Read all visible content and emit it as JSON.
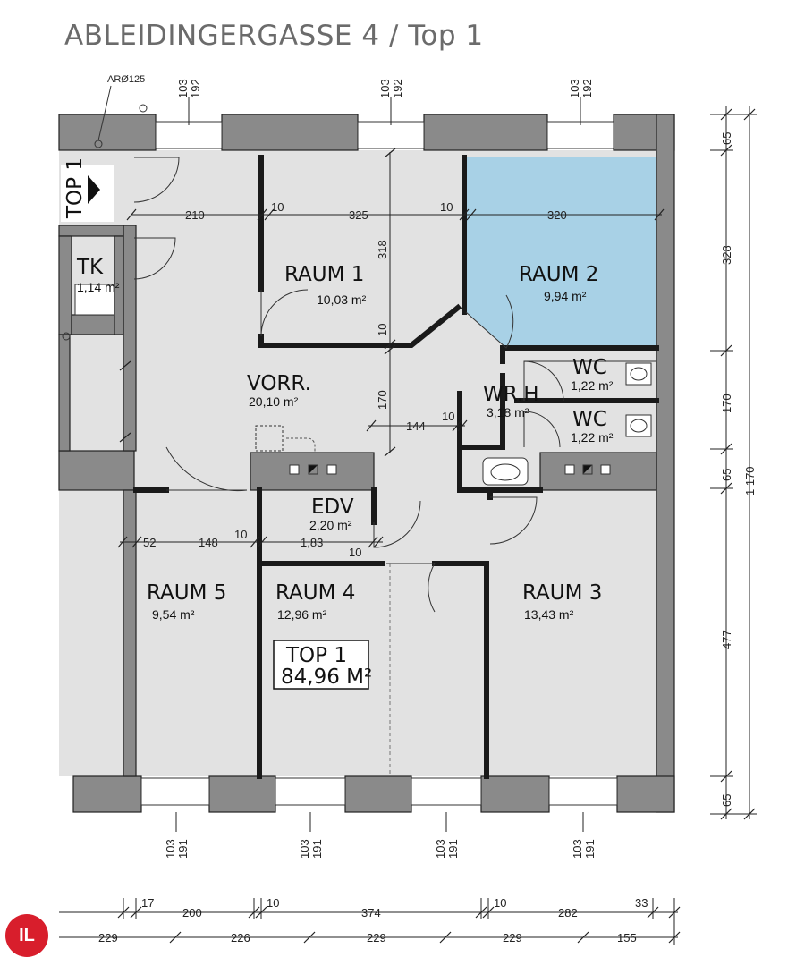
{
  "title": "ABLEIDINGERGASSE 4 / Top 1",
  "rooms": {
    "raum1": {
      "name": "RAUM  1",
      "area": "10,03 m²"
    },
    "raum2": {
      "name": "RAUM  2",
      "area": "9,94 m²"
    },
    "raum3": {
      "name": "RAUM  3",
      "area": "13,43 m²"
    },
    "raum4": {
      "name": "RAUM  4",
      "area": "12,96 m²"
    },
    "raum5": {
      "name": "RAUM  5",
      "area": "9,54 m²"
    },
    "vorr": {
      "name": "VORR.",
      "area": "20,10 m²"
    },
    "tk": {
      "name": "TK",
      "area": "1,14 m²"
    },
    "wrh": {
      "name": "WR.H",
      "area": "3,18 m²"
    },
    "wc1": {
      "name": "WC",
      "area": "1,22 m²"
    },
    "wc2": {
      "name": "WC",
      "area": "1,22 m²"
    },
    "edv": {
      "name": "EDV",
      "area": "2,20 m²"
    }
  },
  "summary": {
    "label": "TOP  1",
    "area": "84,96 M²"
  },
  "entrance": "TOP 1",
  "vent_label": "ARØ125",
  "window_top": {
    "a": "103",
    "b": "192"
  },
  "window_bottom": {
    "a": "103",
    "b": "191"
  },
  "dims": {
    "r210": "210",
    "r10a": "10",
    "r325": "325",
    "r10b": "10",
    "r320": "320",
    "v318": "318",
    "v10": "10",
    "v170": "170",
    "h144": "144",
    "h10": "10",
    "e52": "52",
    "e148": "148",
    "e10a": "10",
    "e183": "1,83",
    "e10b": "10",
    "right": [
      "65",
      "328",
      "170",
      "65",
      "477",
      "65"
    ],
    "right_total": "1 170",
    "b1": [
      "17",
      "200",
      "10",
      "374",
      "10",
      "282",
      "33"
    ],
    "b2": [
      "229",
      "226",
      "229",
      "229",
      "155"
    ]
  },
  "colors": {
    "highlight": "#a8d1e6",
    "wall": "#8a8a8a",
    "floor": "#e2e2e2",
    "logo": "#d81e2c"
  },
  "logo": "IL"
}
